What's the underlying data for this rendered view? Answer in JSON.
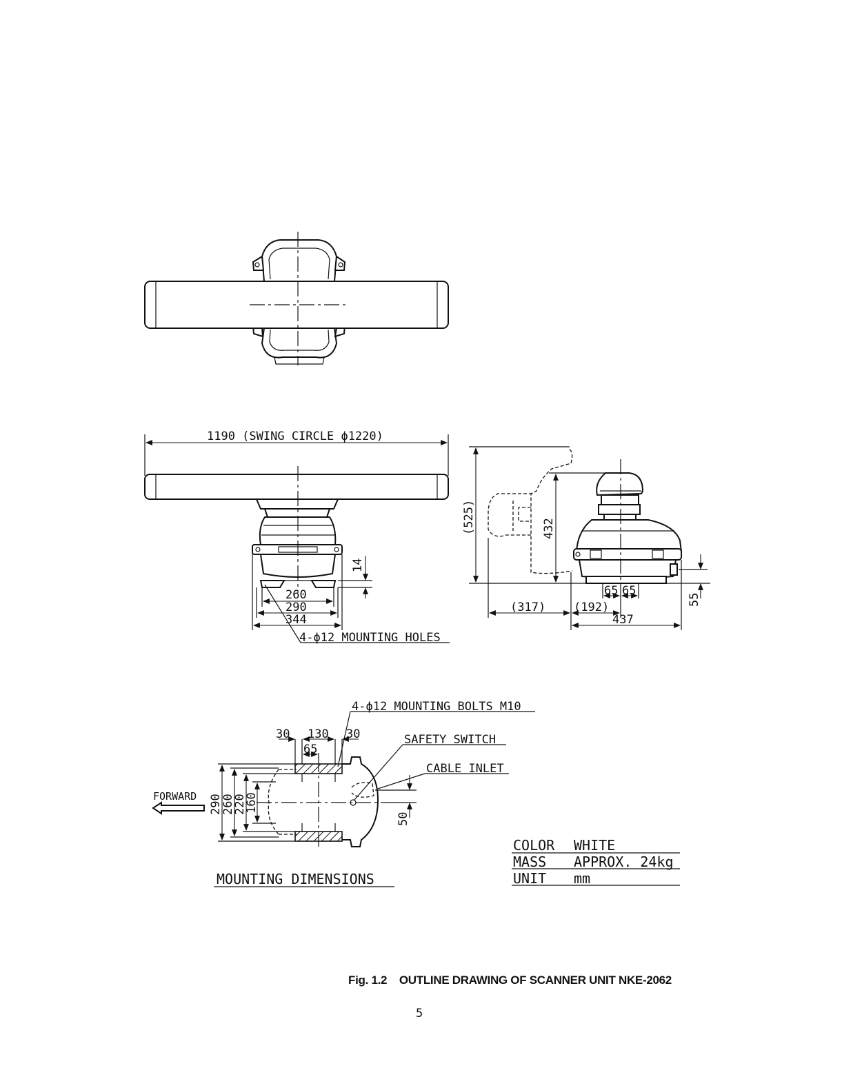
{
  "side_view": {
    "width_label": "1190 (SWING CIRCLE ϕ1220)",
    "dim_14": "14",
    "dim_260": "260",
    "dim_290": "290",
    "dim_344": "344",
    "holes_label": "4-ϕ12 MOUNTING HOLES"
  },
  "end_view": {
    "dim_525": "(525)",
    "dim_432": "432",
    "dim_65a": "65",
    "dim_65b": "65",
    "dim_317": "(317)",
    "dim_192": "(192)",
    "dim_437": "437",
    "dim_55": "55"
  },
  "mounting": {
    "bolts_label": "4-ϕ12 MOUNTING BOLTS M10",
    "dim_30a": "30",
    "dim_130": "130",
    "dim_30b": "30",
    "dim_65": "65",
    "safety_switch": "SAFETY SWITCH",
    "cable_inlet": "CABLE INLET",
    "forward": "FORWARD",
    "dim_290": "290",
    "dim_260": "260",
    "dim_220": "220",
    "dim_160": "160",
    "dim_50": "50",
    "title": "MOUNTING DIMENSIONS"
  },
  "specs": {
    "color_key": "COLOR",
    "color_val": "WHITE",
    "mass_key": "MASS",
    "mass_val": "APPROX. 24kg",
    "unit_key": "UNIT",
    "unit_val": "mm"
  },
  "caption": "Fig. 1.2    OUTLINE DRAWING OF SCANNER UNIT NKE-2062",
  "page_number": "5"
}
